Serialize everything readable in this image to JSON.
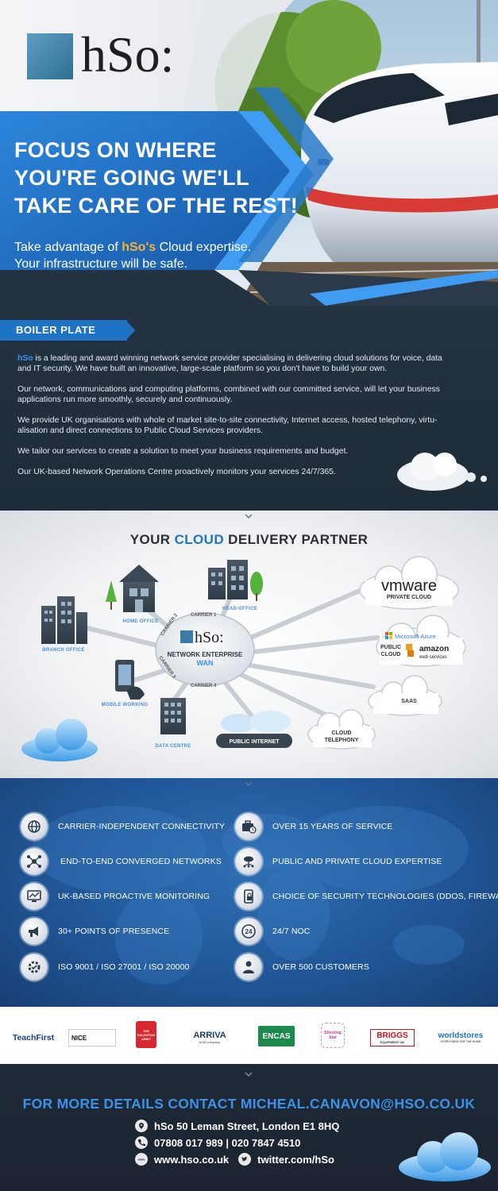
{
  "hero": {
    "logo": "hSo:",
    "headline": [
      "FOCUS ON WHERE",
      "YOU'RE GOING WE'LL",
      "TAKE CARE OF THE REST!"
    ],
    "sub_line1_pre": "Take advantage of ",
    "sub_line1_brand": "hSo's",
    "sub_line1_post": " Cloud expertise.",
    "sub_line2": "Your infrastructure will be safe."
  },
  "boiler": {
    "tab": "BOILER PLATE",
    "p1_brand": "hSo",
    "p1_line1": " is a leading and award winning network service provider specialising in delivering cloud solutions for voice, data",
    "p1_line2": "and  IT security. We have built an innovative, large-scale platform so you don't have to build your own.",
    "p2_line1": "Our network, communications and computing platforms, combined with our committed service, will let your business",
    "p2_line2": "applications run more smoothly, securely and continuously.",
    "p3_line1": "We provide UK organisations with whole of market site-to-site connectivity, Internet access, hosted telephony, virtu-",
    "p3_line2": "alisation and direct connections to Public Cloud Services providers.",
    "p4": "We tailor our services to create a solution to meet your business requirements and budget.",
    "p5": "Our UK-based Network Operations Centre proactively monitors your services 24/7/365."
  },
  "cloud": {
    "title_pre": "YOUR ",
    "title_accent": "CLOUD",
    "title_post": " DELIVERY PARTNER",
    "hub_logo": "hSo:",
    "hub_line1": "NETWORK ENTERPRISE",
    "hub_line2": "WAN",
    "carriers": [
      "CARRIER 1",
      "CARRIER 2",
      "CARRIER 3",
      "CARRIER 4"
    ],
    "nodes": {
      "branch": "BRANCH OFFICE",
      "home": "HOME OFFICE",
      "head": "HEAD OFFICE",
      "mobile": "MOBILE WORKING",
      "data": "DATA CENTRE",
      "internet": "PUBLIC INTERNET"
    },
    "clouds": {
      "vmware": "vmware",
      "vmware_sub": "PRIVATE CLOUD",
      "azure": "Microsoft Azure",
      "public1": "PUBLIC",
      "public2": "CLOUD",
      "amazon": "amazon",
      "amazon_sub": "web services",
      "saas": "SAAS",
      "tel1": "CLOUD",
      "tel2": "TELEPHONY"
    }
  },
  "features": {
    "left": [
      "CARRIER-INDEPENDENT CONNECTIVITY",
      "END-TO-END CONVERGED NETWORKS",
      "UK-BASED PROACTIVE MONITORING",
      "30+ POINTS OF PRESENCE",
      "ISO 9001 / ISO 27001 / ISO 20000"
    ],
    "right": [
      "OVER 15 YEARS OF SERVICE",
      "PUBLIC AND PRIVATE CLOUD EXPERTISE",
      "CHOICE OF SECURITY TECHNOLOGIES (DDOS, FIREWALLS, VPNS)",
      "24/7 NOC",
      "OVER 500 CUSTOMERS"
    ],
    "icon_24": "24"
  },
  "partners": {
    "teachfirst": "TeachFirst",
    "nice": "NICE",
    "salvation": "THE SALVATION ARMY",
    "arriva": "ARRIVA",
    "arriva_sub": "a DB company",
    "encas": "ENCAS",
    "shcancer": "Shooting Star",
    "briggs": "BRIGGS",
    "briggs_sub": "EQUIPMENT UK",
    "worldstores": "worldstores",
    "worldstores_sub": "EVERYTHING FOR THE HOME"
  },
  "contact": {
    "title": "FOR MORE DETAILS CONTACT MICHEAL.CANAVON@HSO.CO.UK",
    "address": "hSo 50 Leman Street, London E1 8HQ",
    "phone": "07808 017 989 | 020 7847 4510",
    "web": "www.hso.co.uk",
    "twitter": "twitter.com/hSo",
    "web_icon_text": "www"
  },
  "colors": {
    "brand_blue": "#1f73c7",
    "accent_orange": "#f8b133",
    "dark_navy": "#1e2b38"
  }
}
